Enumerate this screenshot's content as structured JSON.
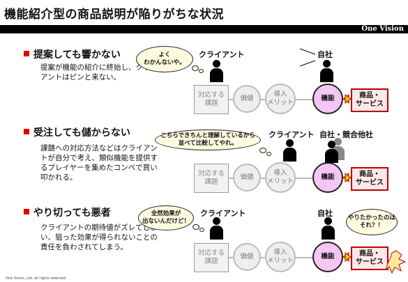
{
  "title": "機能紹介型の商品説明が陥りがちな状況",
  "brand": "One Vision",
  "footer": "One Vision, Ltd. all rights reserved",
  "chain": {
    "value_issue": "対応する\n課題",
    "value": "価値",
    "merit": "導入\nメリット",
    "function": "機能",
    "product": "商品・\nサービス"
  },
  "sections": [
    {
      "heading": "提案しても響かない",
      "desc": "提案が機能の紹介に終始し、クライアントはピンと来ない。",
      "client_label": "クライアント",
      "company_label": "自社",
      "bubble": "よく\nわかんないや。"
    },
    {
      "heading": "受注しても儲からない",
      "desc": "課題への対応方法などはクライアントが自分で考え、類似機能を提供するプレイヤーを集めたコンペで買い叩かれる。",
      "client_label": "クライアント",
      "company_label": "自社・競合他社",
      "bubble": "こちらできちんと理解しているから\n並べて比較してやれ。"
    },
    {
      "heading": "やり切っても悪者",
      "desc": "クライアントの期待値がズレてしまい、狙った効果が得られないことの責任を負わされてしまう。",
      "client_label": "クライアント",
      "company_label": "自社",
      "bubble": "全然効果が\n出ないんだけど！",
      "bubble2": "やりたかったのは\nそれ？！"
    }
  ],
  "colors": {
    "accent": "#e00000",
    "function_fill": "#f3c6f3",
    "product_border": "#b00000"
  }
}
